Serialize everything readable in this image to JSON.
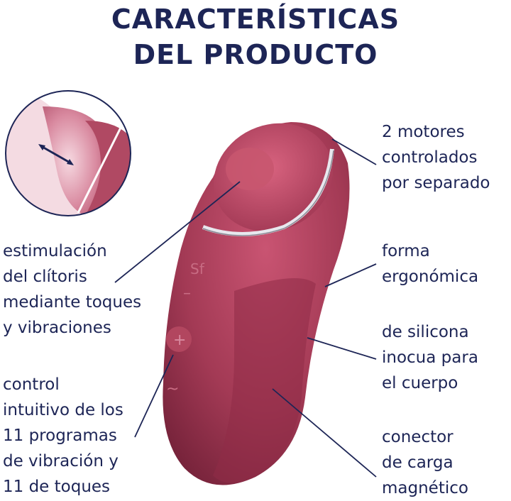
{
  "title": {
    "line1": "CARACTERÍSTICAS",
    "line2": "DEL PRODUCTO"
  },
  "features": {
    "motors": [
      "2 motores",
      "controlados",
      "por separado"
    ],
    "shape": [
      "forma",
      "ergonómica"
    ],
    "material": [
      "de silicona",
      "inocua para",
      "el cuerpo"
    ],
    "charger": [
      "conector",
      "de carga",
      "magnético"
    ],
    "stimulation": [
      "estimulación",
      "del clítoris",
      "mediante toques",
      "y vibraciones"
    ],
    "control": [
      "control",
      "intuitivo de los",
      "11 programas",
      "de vibración y",
      "11 de toques"
    ]
  },
  "colors": {
    "navy": "#1d2556",
    "product": "#a33a55",
    "product_dark": "#6f1f36"
  }
}
